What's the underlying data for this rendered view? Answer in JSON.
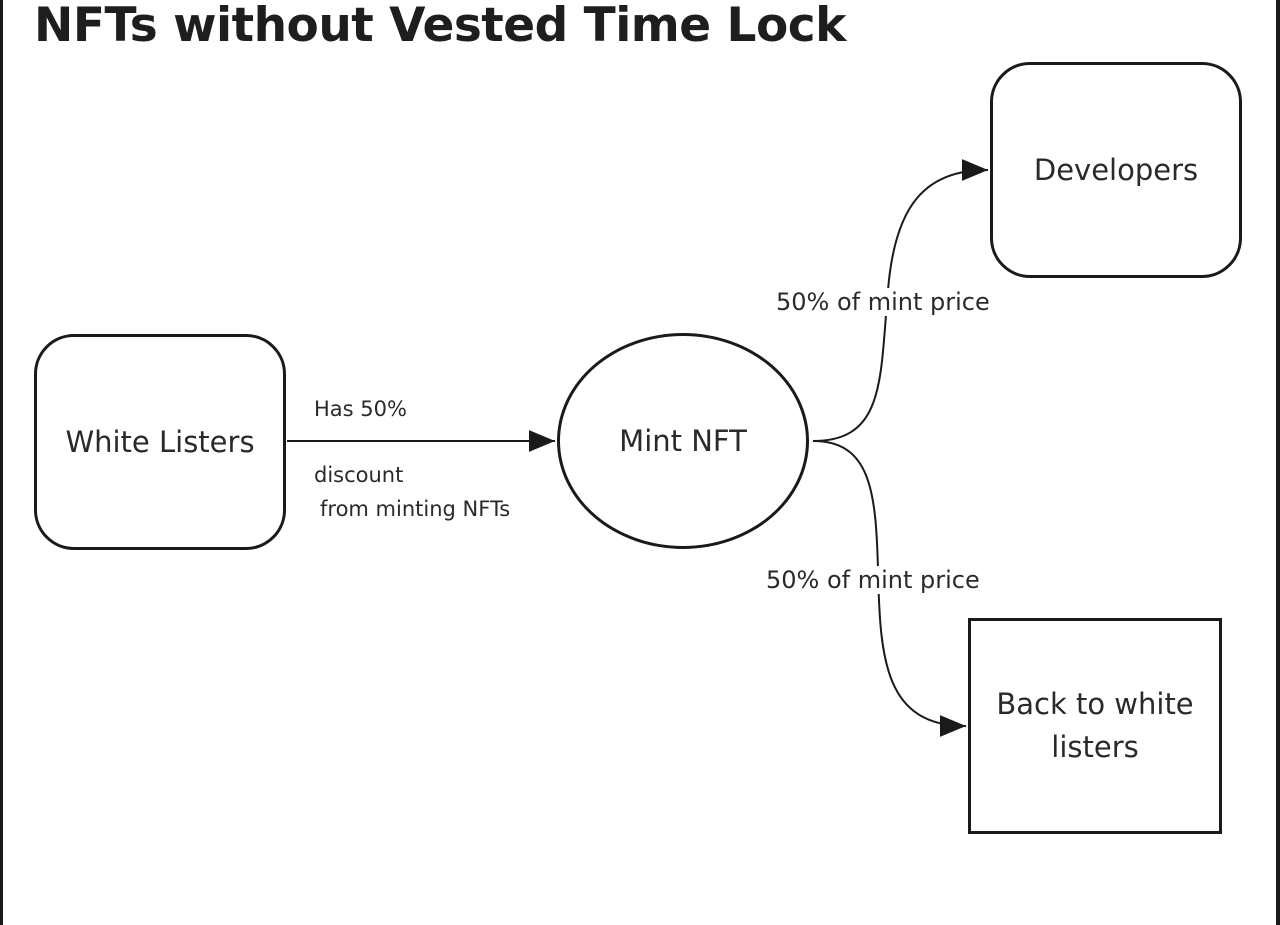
{
  "title": "NFTs without Vested Time Lock",
  "nodes": {
    "white_listers": "White Listers",
    "mint_nft": "Mint NFT",
    "developers": "Developers",
    "back_to_white_listers": "Back to white listers"
  },
  "edges": {
    "whitelisters_to_mint": {
      "label_top": "Has 50%",
      "label_bottom_line1": "discount",
      "label_bottom_line2": "from minting NFTs"
    },
    "mint_to_developers": {
      "label": "50% of mint price"
    },
    "mint_to_back": {
      "label": "50% of mint price"
    }
  },
  "colors": {
    "stroke": "#1a1a1a",
    "text": "#2a2a2a",
    "background": "#ffffff"
  }
}
